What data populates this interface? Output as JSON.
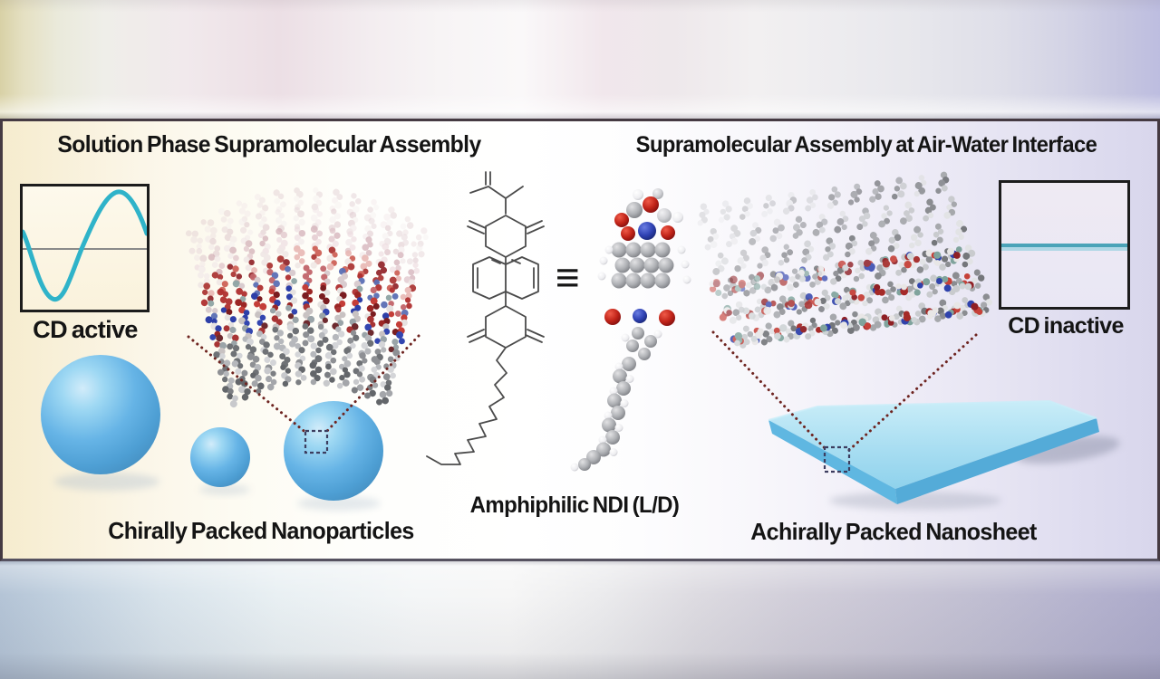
{
  "figure": {
    "left_panel": {
      "title": "Solution Phase Supramolecular Assembly",
      "cd_box_label": "CD active",
      "caption": "Chirally Packed Nanoparticles"
    },
    "center": {
      "equivalence_symbol": "≡",
      "molecule_label": "Amphiphilic NDI (L/D)"
    },
    "right_panel": {
      "title": "Supramolecular Assembly at Air-Water Interface",
      "cd_box_label": "CD inactive",
      "caption": "Achirally Packed Nanosheet"
    },
    "colors": {
      "sphere_blue": "#63b2e4",
      "sheet_blue_top": "#a5dcf1",
      "sheet_blue_edge": "#5eb6e0",
      "cd_active_wave": "#2fb3c9",
      "cd_inactive_line": "#4aa3b8",
      "dashed_line": "#6e2420",
      "dashed_square": "#3d3d5f",
      "atom_red": "#b03030",
      "atom_blue": "#2d3fa8",
      "atom_gray": "#9a9ca0",
      "panel_cream": "#f8efd6",
      "panel_lavender": "#dcdaee",
      "bond_line": "#4b4b4b"
    }
  }
}
